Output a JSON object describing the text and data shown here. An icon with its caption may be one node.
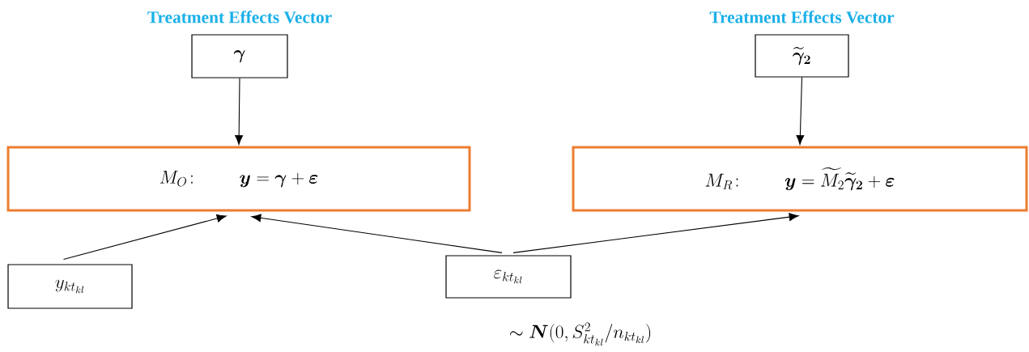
{
  "diagram": {
    "nodes": [
      {
        "text": [
          "Treatment Effects Vector",
          "\\boldsymbol{\\gamma}"
        ]
      },
      {
        "text": [
          "Treatment Effects Vector",
          "\\widetilde{\\boldsymbol{\\gamma}}_{\\boldsymbol{2}}"
        ]
      },
      {
        "text": [
          "M_O\\colon\\qquad \\boldsymbol{y}=\\boldsymbol{\\gamma}+\\boldsymbol{\\varepsilon}"
        ]
      },
      {
        "text": [
          "M_R\\colon\\qquad \\boldsymbol{y}=\\widetilde{M}_{2}\\widetilde{\\boldsymbol{\\gamma}}_{\\boldsymbol{2}}+\\boldsymbol{\\varepsilon}"
        ]
      },
      {
        "text": [
          "y_{kt_{kl}}"
        ]
      },
      {
        "text": [
          "\\varepsilon_{kt_{kl}}"
        ],
        "beside": [
          "\\sim\\boldsymbol{N}(0,S^2_{kt_{kl}}/n_{kt_{kl}})"
        ]
      }
    ],
    "edges": [
      {
        "from": 0,
        "to": 2,
        "arrow": "to"
      },
      {
        "from": 1,
        "to": 3,
        "arrow": "to"
      },
      {
        "from": 4,
        "to": 2,
        "arrow": "to"
      },
      {
        "from": 5,
        "to": 2,
        "arrow": "to"
      },
      {
        "from": 5,
        "to": 3,
        "arrow": "to"
      }
    ]
  }
}
